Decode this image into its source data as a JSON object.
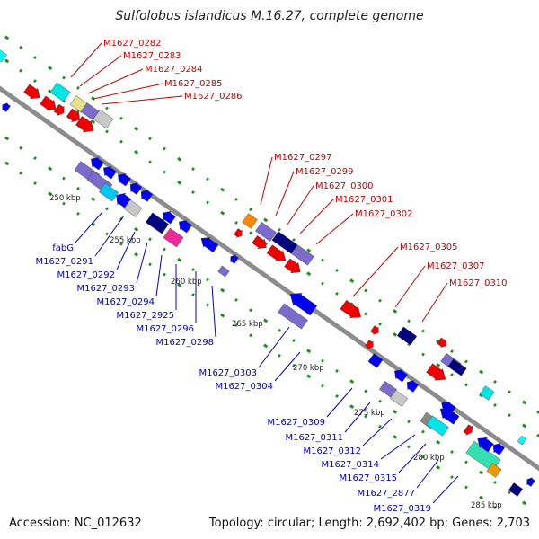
{
  "title": "Sulfolobus islandicus M.16.27, complete genome",
  "footer": {
    "accession": "Accession: NC_012632",
    "topology": "Topology: circular; Length: 2,692,402 bp; Genes: 2,703"
  },
  "colors": {
    "forward_label": "#cc0000",
    "reverse_label": "#0000cc",
    "backbone": "#8c8c8c",
    "gc_ticks": "#1e8c1e"
  },
  "scale_ticks": [
    "250 kbp",
    "255 kbp",
    "260 kbp",
    "265 kbp",
    "270 kbp",
    "275 kbp",
    "280 kbp",
    "285 kbp"
  ],
  "forward_labels": [
    "M1627_0282",
    "M1627_0283",
    "M1627_0284",
    "M1627_0285",
    "M1627_0286",
    "M1627_0297",
    "M1627_0299",
    "M1627_0300",
    "M1627_0301",
    "M1627_0302",
    "M1627_0305",
    "M1627_0307",
    "M1627_0310"
  ],
  "reverse_labels": [
    "fabG",
    "M1627_0291",
    "M1627_0292",
    "M1627_0293",
    "M1627_0294",
    "M1627_2925",
    "M1627_0296",
    "M1627_0298",
    "M1627_0303",
    "M1627_0304",
    "M1627_0309",
    "M1627_0311",
    "M1627_0312",
    "M1627_0314",
    "M1627_0315",
    "M1627_2877",
    "M1627_0319"
  ]
}
